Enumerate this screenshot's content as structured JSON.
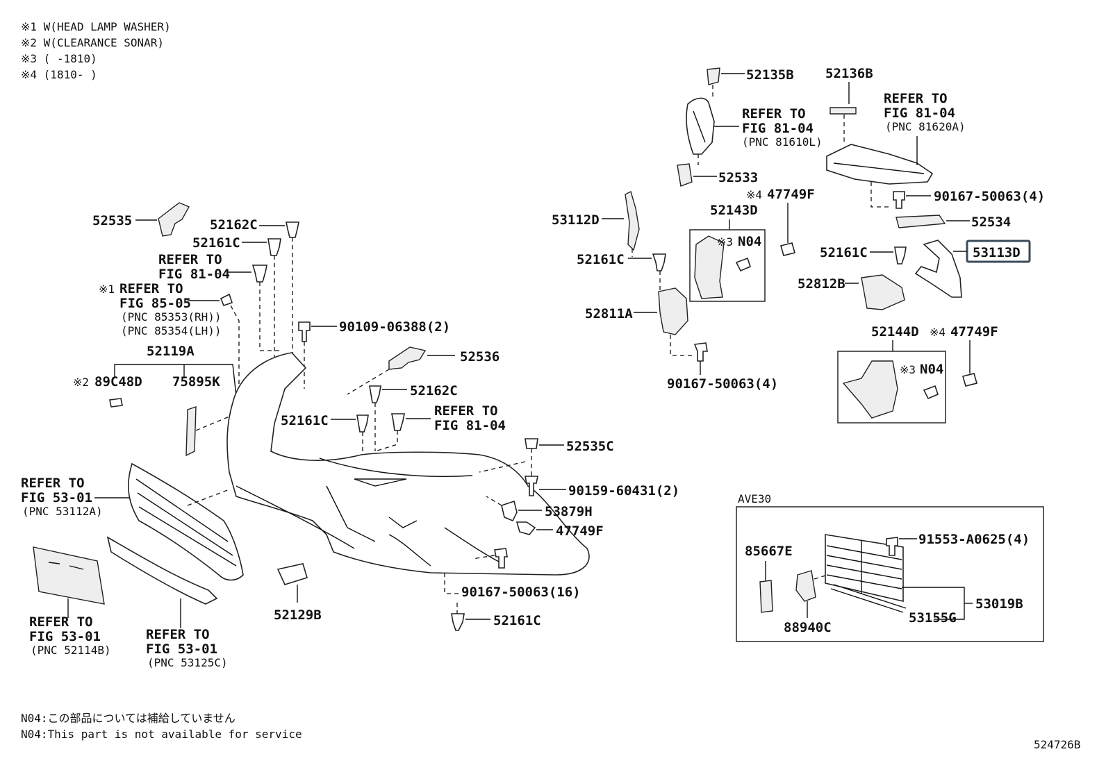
{
  "notes": {
    "n1": "※1 W(HEAD LAMP WASHER)",
    "n2": "※2 W(CLEARANCE SONAR)",
    "n3": "※3 (      -1810)",
    "n4": "※4 (1810-      )"
  },
  "footer": {
    "n04_jp": "N04:この部品については補給していません",
    "n04_en": "N04:This part is not available for service",
    "figure_id": "524726B"
  },
  "parts": {
    "p52535": "52535",
    "p52162C_a": "52162C",
    "p52161C_a": "52161C",
    "ref_81_04_a1": "REFER TO",
    "ref_81_04_a2": "FIG 81-04",
    "mark1": "※1",
    "ref_85_05_1": "REFER TO",
    "ref_85_05_2": "FIG 85-05",
    "ref_85_05_3": "(PNC 85353(RH))",
    "ref_85_05_4": "(PNC 85354(LH))",
    "p90109": "90109-06388(2)",
    "p52119A": "52119A",
    "mark2": "※2",
    "p89C48D": "89C48D",
    "p75895K": "75895K",
    "p52536": "52536",
    "p52162C_b": "52162C",
    "p52161C_b": "52161C",
    "ref_81_04_b1": "REFER TO",
    "ref_81_04_b2": "FIG 81-04",
    "p52535C": "52535C",
    "ref_53_01_a1": "REFER TO",
    "ref_53_01_a2": "FIG 53-01",
    "ref_53_01_a3": "(PNC 53112A)",
    "p90159": "90159-60431(2)",
    "p53879H": "53879H",
    "p47749F_a": "47749F",
    "p90167_16": "90167-50063(16)",
    "p52129B": "52129B",
    "p52161C_c": "52161C",
    "ref_53_01_b1": "REFER TO",
    "ref_53_01_b2": "FIG 53-01",
    "ref_53_01_b3": "(PNC 52114B)",
    "ref_53_01_c1": "REFER TO",
    "ref_53_01_c2": "FIG 53-01",
    "ref_53_01_c3": "(PNC 53125C)",
    "p52135B": "52135B",
    "ref_81610_1": "REFER TO",
    "ref_81610_2": "FIG 81-04",
    "ref_81610_3": "(PNC 81610L)",
    "p52136B": "52136B",
    "ref_81620_1": "REFER TO",
    "ref_81620_2": "FIG 81-04",
    "ref_81620_3": "(PNC 81620A)",
    "p52533": "52533",
    "mark4_a": "※4",
    "p47749F_b": "47749F",
    "p90167_4a": "90167-50063(4)",
    "p53112D": "53112D",
    "p52143D": "52143D",
    "p52534": "52534",
    "mark3_a": "※3",
    "n04_a": "N04",
    "p52161C_d": "52161C",
    "p52161C_e": "52161C",
    "p53113D": "53113D",
    "p52812B": "52812B",
    "p52811A": "52811A",
    "p52144D": "52144D",
    "mark4_b": "※4",
    "p47749F_c": "47749F",
    "mark3_b": "※3",
    "n04_b": "N04",
    "p90167_4b": "90167-50063(4)",
    "ave30": "AVE30",
    "p85667E": "85667E",
    "p91553": "91553-A0625(4)",
    "p53019B": "53019B",
    "p88940C": "88940C",
    "p53155G": "53155G"
  },
  "colors": {
    "line": "#111111",
    "highlight": "#3b4a5a",
    "fill": "#eeeeee"
  }
}
